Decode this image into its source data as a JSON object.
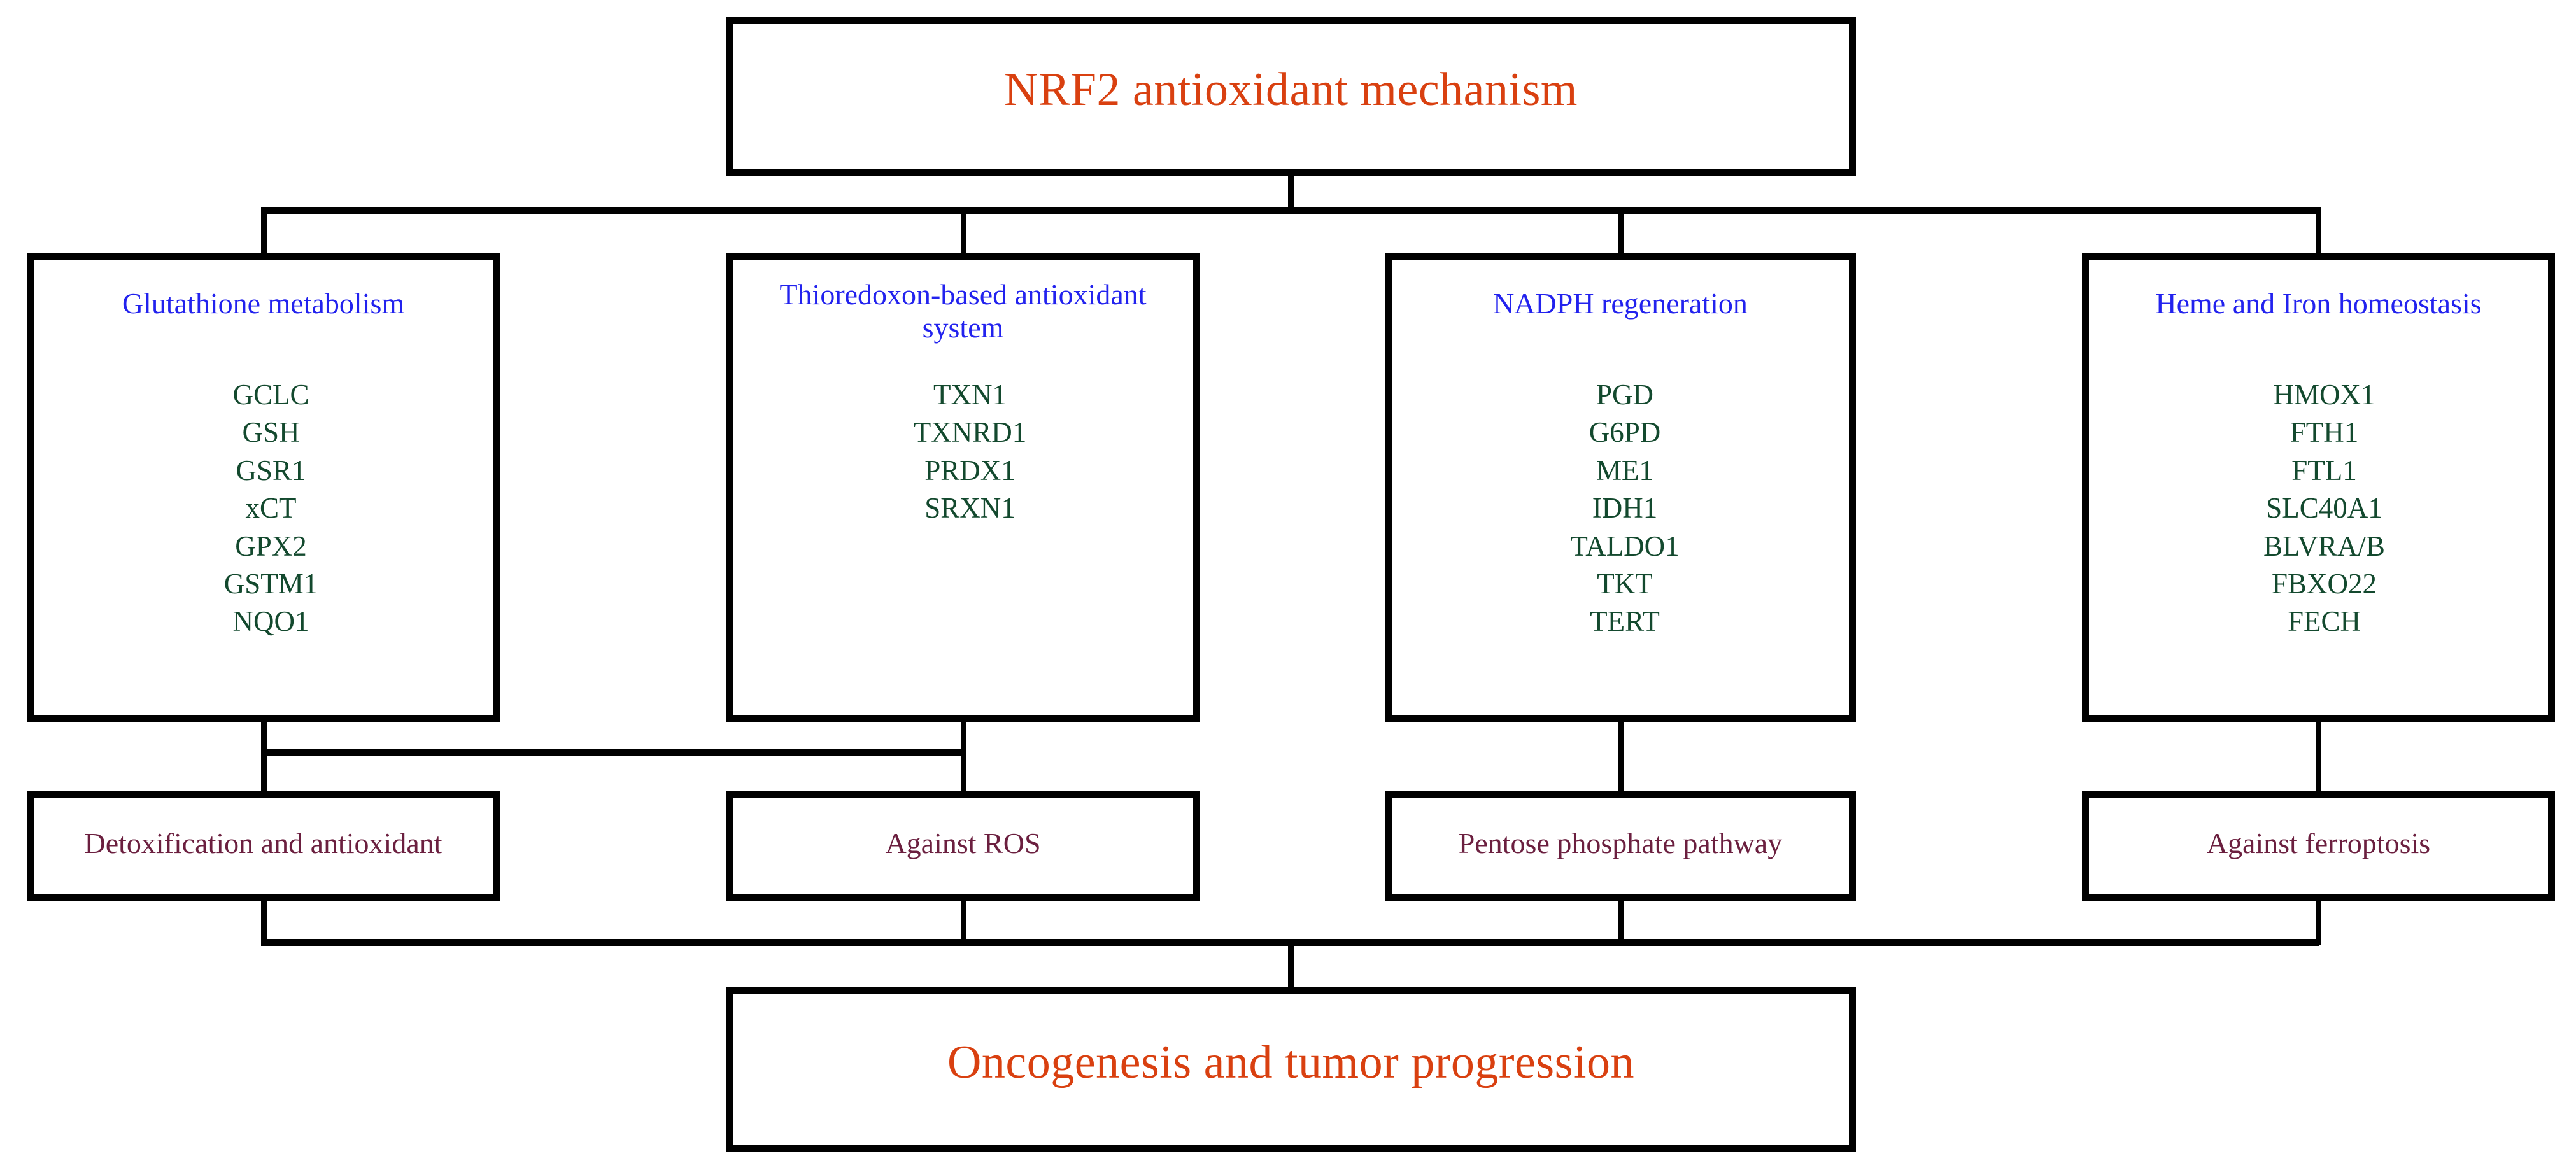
{
  "diagram": {
    "root": {
      "label": "NRF2 antioxidant mechanism",
      "color": "#d94010"
    },
    "outcome": {
      "label": "Oncogenesis and tumor progression",
      "color": "#d94010"
    },
    "category_color": "#2222ee",
    "gene_color": "#13492e",
    "function_color": "#6b1f3f",
    "line_color": "#000000",
    "categories": [
      {
        "title": "Glutathione metabolism",
        "genes": [
          "GCLC",
          "GSH",
          "GSR1",
          "xCT",
          "GPX2",
          "GSTM1",
          "NQO1"
        ],
        "function": "Detoxification and antioxidant"
      },
      {
        "title": "Thioredoxon-based antioxidant system",
        "genes": [
          "TXN1",
          "TXNRD1",
          "PRDX1",
          "SRXN1"
        ],
        "function": "Against ROS"
      },
      {
        "title": "NADPH regeneration",
        "genes": [
          "PGD",
          "G6PD",
          "ME1",
          "IDH1",
          "TALDO1",
          "TKT",
          "TERT"
        ],
        "function": "Pentose phosphate pathway"
      },
      {
        "title": "Heme and Iron homeostasis",
        "genes": [
          "HMOX1",
          "FTH1",
          "FTL1",
          "SLC40A1",
          "BLVRA/B",
          "FBXO22",
          "FECH"
        ],
        "function": "Against ferroptosis"
      }
    ]
  }
}
